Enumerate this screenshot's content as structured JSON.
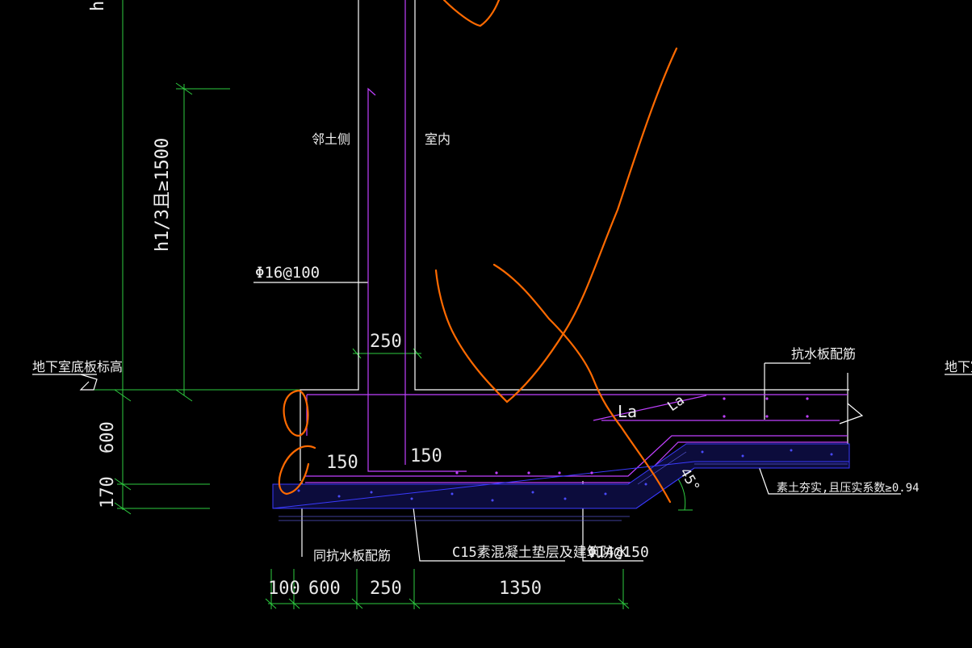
{
  "labels": {
    "h_top": "h",
    "h_ratio": "h1/3且≥1500",
    "soil_side": "邻土侧",
    "indoor": "室内",
    "rebar_main": "Φ16@100",
    "wall_thk": "250",
    "basement_level": "地下室底板标高",
    "basement_level_right": "地下室",
    "anti_water_rebar": "抗水板配筋",
    "La_1": "La",
    "La_2": "La",
    "angle": "45°",
    "soil_note": "素土夯实,且压实系数≥0.94",
    "dim_150_left": "150",
    "dim_150_right": "150",
    "dim_600_vert": "600",
    "dim_170_vert": "170",
    "same_rebar": "同抗水板配筋",
    "c15_note": "C15素混凝土垫层及建筑防水",
    "rebar_bottom": "Φ14@150",
    "dim_100": "100",
    "dim_600": "600",
    "dim_250": "250",
    "dim_1350": "1350"
  },
  "colors": {
    "background": "#000000",
    "dimension": "#2ecc40",
    "wall": "#ffffff",
    "rebar": "#c040ff",
    "hatch": "#3a3aff",
    "markup": "#ff6a00",
    "text": "#f0f0f0"
  }
}
